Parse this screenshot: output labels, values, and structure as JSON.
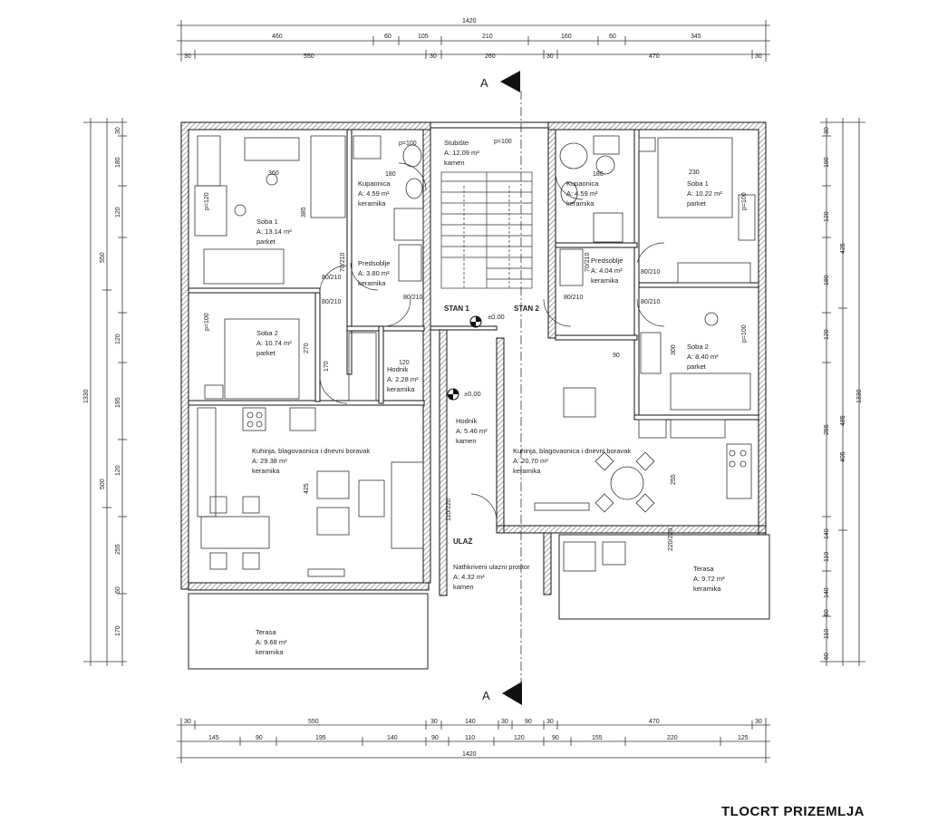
{
  "title": "TLOCRT PRIZEMLJA",
  "dims": {
    "top_total": "1420",
    "top_row1": [
      "460",
      "60",
      "105",
      "210",
      "160",
      "60",
      "345"
    ],
    "top_row2": [
      "30",
      "550",
      "30",
      "260",
      "30",
      "470",
      "30"
    ],
    "bottom_row1": [
      "30",
      "550",
      "30",
      "140",
      "30",
      "90",
      "30",
      "470",
      "30"
    ],
    "bottom_row2": [
      "145",
      "90",
      "195",
      "140",
      "90",
      "110",
      "120",
      "90",
      "155",
      "220",
      "125"
    ],
    "bottom_total": "1420",
    "left_total": "1330",
    "left_col1": [
      "30",
      "180",
      "120",
      "120",
      "195",
      "120",
      "60",
      "255",
      "170"
    ],
    "left_col2": [
      "550",
      "500"
    ],
    "right_total": "1330",
    "right_col1": [
      "30",
      "190",
      "120",
      "180",
      "120",
      "140",
      "255",
      "110",
      "140",
      "60",
      "110",
      "60"
    ],
    "right_col2": [
      "425",
      "485",
      "405"
    ]
  },
  "section": {
    "letter": "A"
  },
  "stan1": "STAN 1",
  "stan2": "STAN 2",
  "level": "±0.00",
  "ulaz": "ULAZ",
  "rooms": [
    {
      "name": "Soba 1",
      "area": "A: 13.14 m²",
      "floor": "parket"
    },
    {
      "name": "Kupaonica",
      "area": "A: 4.59 m²",
      "floor": "keramika"
    },
    {
      "name": "Stubište",
      "area": "A: 12.09 m²",
      "floor": "kamen"
    },
    {
      "name": "Kupaonica",
      "area": "A: 4.59 m²",
      "floor": "keramika"
    },
    {
      "name": "Soba 1",
      "area": "A: 10.22 m²",
      "floor": "parket"
    },
    {
      "name": "Predsoblje",
      "area": "A: 3.80 m²",
      "floor": "keramika"
    },
    {
      "name": "Predsoblje",
      "area": "A: 4.04 m²",
      "floor": "keramika"
    },
    {
      "name": "Soba 2",
      "area": "A: 10.74 m²",
      "floor": "parket"
    },
    {
      "name": "Hodnik",
      "area": "A: 2.28 m²",
      "floor": "keramika"
    },
    {
      "name": "Soba 2",
      "area": "A: 8.40 m²",
      "floor": "parket"
    },
    {
      "name": "Hodnik",
      "area": "A: 5.46 m²",
      "floor": "kamen"
    },
    {
      "name": "Kuhinja, blagovaonica i dnevni boravak",
      "area": "A: 29.38 m²",
      "floor": "keramika"
    },
    {
      "name": "Kuhinja, blagovaonica i dnevni boravak",
      "area": "A: 20.70 m²",
      "floor": "keramika"
    },
    {
      "name": "Nathkriveni ulazni prostor",
      "area": "A: 4.32 m²",
      "floor": "kamen"
    },
    {
      "name": "Terasa",
      "area": "A: 9.68 m²",
      "floor": "keramika"
    },
    {
      "name": "Terasa",
      "area": "A: 9.72 m²",
      "floor": "keramika"
    }
  ],
  "door_tags": [
    "80/210",
    "70/210",
    "80/210",
    "80/210",
    "80/210",
    "70/210",
    "80/210",
    "80/210",
    "110/220",
    "220/220"
  ],
  "window_tags": [
    "p=100",
    "p=120",
    "p=100",
    "p=100",
    "p=100",
    "p=100"
  ],
  "misc_labels": [
    "360",
    "180",
    "230",
    "385",
    "180",
    "270",
    "120",
    "170",
    "425",
    "300",
    "90",
    "255"
  ]
}
